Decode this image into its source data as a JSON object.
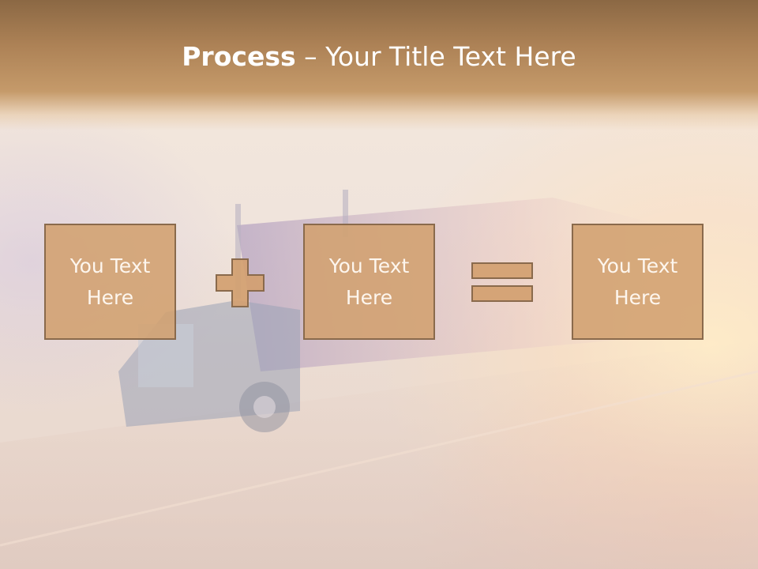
{
  "slide": {
    "title_bold": "Process",
    "title_rest": " – Your Title Text Here"
  },
  "process": {
    "boxes": [
      {
        "label": "You Text Here"
      },
      {
        "label": "You Text Here"
      },
      {
        "label": "You Text Here"
      }
    ],
    "operators": [
      {
        "icon": "plus-icon"
      },
      {
        "icon": "equals-icon"
      }
    ]
  },
  "colors": {
    "header": "#b08455",
    "box_fill": "#d2a070",
    "box_border": "#8a6a4c",
    "text": "#ffffff"
  }
}
